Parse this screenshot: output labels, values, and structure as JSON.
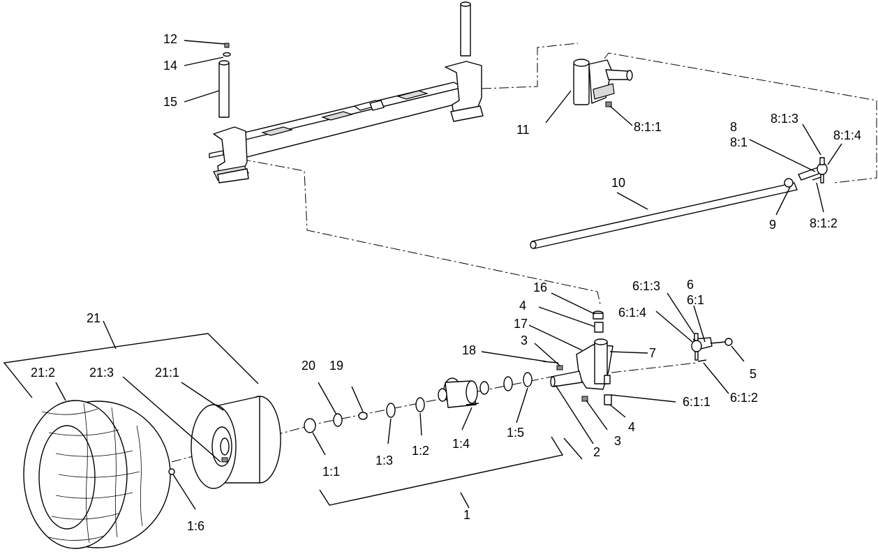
{
  "callouts": {
    "c1": "1",
    "c1_1": "1:1",
    "c1_2": "1:2",
    "c1_3": "1:3",
    "c1_4": "1:4",
    "c1_5": "1:5",
    "c1_6": "1:6",
    "c2": "2",
    "c3a": "3",
    "c3b": "3",
    "c4a": "4",
    "c4b": "4",
    "c5": "5",
    "c6": "6",
    "c6_1": "6:1",
    "c6_1_1": "6:1:1",
    "c6_1_2": "6:1:2",
    "c6_1_3": "6:1:3",
    "c6_1_4": "6:1:4",
    "c7": "7",
    "c8": "8",
    "c8_1": "8:1",
    "c8_1_1": "8:1:1",
    "c8_1_2": "8:1:2",
    "c8_1_3": "8:1:3",
    "c8_1_4": "8:1:4",
    "c9": "9",
    "c10": "10",
    "c11": "11",
    "c12": "12",
    "c14": "14",
    "c15": "15",
    "c16": "16",
    "c17": "17",
    "c18": "18",
    "c19": "19",
    "c20": "20",
    "c21": "21",
    "c21_1": "21:1",
    "c21_2": "21:2",
    "c21_3": "21:3"
  }
}
